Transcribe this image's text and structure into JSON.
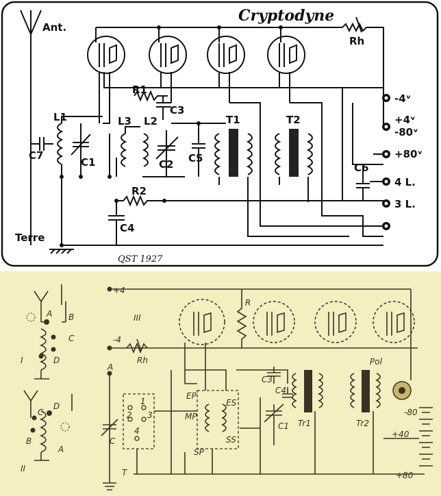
{
  "top_diagram": {
    "title": "Cryptodyne",
    "credit": "QST 1927",
    "labels": {
      "antenna": "Ant.",
      "ground": "Terre",
      "rheostat": "Rh",
      "L1": "L1",
      "L2": "L2",
      "L3": "L3",
      "C1": "C1",
      "C2": "C2",
      "C3": "C3",
      "C4": "C4",
      "C5": "C5",
      "C6": "C6",
      "C7": "C7",
      "R1": "R1",
      "R2": "R2",
      "T1": "T1",
      "T2": "T2"
    },
    "terminals": [
      "-4ᵛ",
      "+4ᵛ",
      "-80ᵛ",
      "+80ᵛ",
      "4 L.",
      "3 L."
    ]
  },
  "bottom_diagram": {
    "figure_labels": [
      "I",
      "II",
      "III"
    ],
    "labels": {
      "plus4": "+4",
      "minus4": "-4",
      "R": "R",
      "Rh": "Rh",
      "A": "A",
      "T": "T",
      "C": "C",
      "C1": "C1",
      "C3": "C3",
      "C4": "C4",
      "EP": "EP",
      "MP": "MP",
      "SP": "SP",
      "ES": "ES",
      "SS": "SS",
      "Tr1": "Tr1",
      "Tr2": "Tr2",
      "Pol": "Pol",
      "sw1": "1",
      "sw2": "2",
      "sw3": "3",
      "sw4": "4",
      "fig1_A": "A",
      "fig1_B": "B",
      "fig1_C": "C",
      "fig1_D": "D",
      "fig2_D": "D",
      "fig2_C": "C",
      "fig2_B": "B",
      "fig2_A": "A"
    },
    "battery_labels": [
      "-80",
      "+40",
      "+80"
    ]
  }
}
